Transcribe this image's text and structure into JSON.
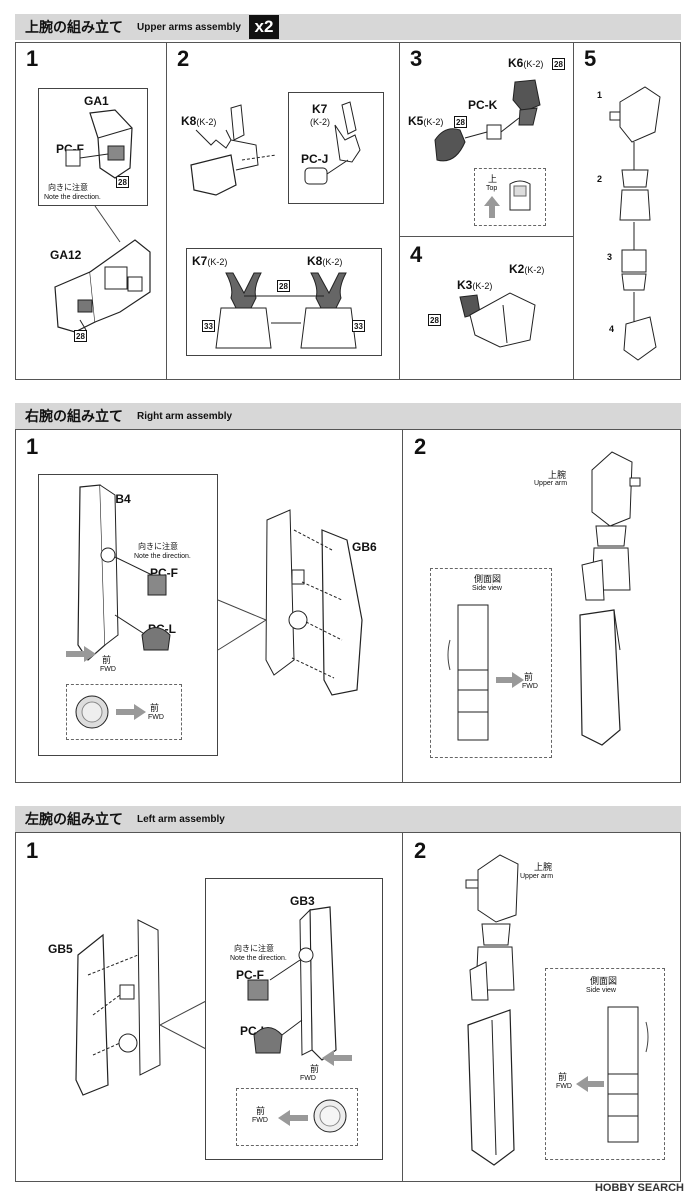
{
  "upper_section": {
    "title_jp": "上腕の組み立て",
    "title_en": "Upper arms assembly",
    "multiplier": "x2",
    "steps": [
      "1",
      "2",
      "3",
      "4",
      "5"
    ],
    "step1": {
      "ga1": "GA1",
      "pcf": "PC-F",
      "note_jp": "向きに注意",
      "note_en": "Note the direction.",
      "ref": "28",
      "ga12": "GA12",
      "ref2": "28"
    },
    "step2": {
      "k8": "K8",
      "k8sub": "(K-2)",
      "k7": "K7",
      "k7sub": "(K-2)",
      "pcj": "PC-J",
      "k7b": "K7",
      "k7bsub": "(K-2)",
      "k8b": "K8",
      "k8bsub": "(K-2)",
      "ref28": "28",
      "ref33a": "33",
      "ref33b": "33"
    },
    "step3": {
      "k6": "K6",
      "k6sub": "(K-2)",
      "ref28a": "28",
      "pck": "PC-K",
      "k5": "K5",
      "k5sub": "(K-2)",
      "ref28b": "28",
      "top_jp": "上",
      "top_en": "Top"
    },
    "step4": {
      "k2": "K2",
      "k2sub": "(K-2)",
      "k3": "K3",
      "k3sub": "(K-2)",
      "ref28": "28"
    },
    "step5": {
      "sub": [
        "1",
        "2",
        "3",
        "4"
      ]
    }
  },
  "right_section": {
    "title_jp": "右腕の組み立て",
    "title_en": "Right arm assembly",
    "steps": [
      "1",
      "2"
    ],
    "step1": {
      "gb4": "GB4",
      "note_jp": "向きに注意",
      "note_en": "Note the direction.",
      "pcf": "PC-F",
      "pcl": "PC-L",
      "fwd_jp": "前",
      "fwd_en": "FWD",
      "fwd2_jp": "前",
      "fwd2_en": "FWD",
      "gb6": "GB6"
    },
    "step2": {
      "upper_jp": "上腕",
      "upper_en": "Upper arm",
      "side_jp": "側面図",
      "side_en": "Side view",
      "fwd_jp": "前",
      "fwd_en": "FWD"
    }
  },
  "left_section": {
    "title_jp": "左腕の組み立て",
    "title_en": "Left arm assembly",
    "steps": [
      "1",
      "2"
    ],
    "step1": {
      "gb5": "GB5",
      "gb3": "GB3",
      "note_jp": "向きに注意",
      "note_en": "Note the direction.",
      "pcf": "PC-F",
      "pcl": "PC-L",
      "fwd_jp": "前",
      "fwd_en": "FWD",
      "fwd2_jp": "前",
      "fwd2_en": "FWD"
    },
    "step2": {
      "upper_jp": "上腕",
      "upper_en": "Upper arm",
      "side_jp": "側面図",
      "side_en": "Side view",
      "fwd_jp": "前",
      "fwd_en": "FWD"
    }
  },
  "watermark": "HOBBY SEARCH",
  "colors": {
    "header_bg": "#d7d7d7",
    "part_gray": "#8a8a8a",
    "part_dark": "#555555",
    "arrow_gray": "#9a9a9a"
  }
}
